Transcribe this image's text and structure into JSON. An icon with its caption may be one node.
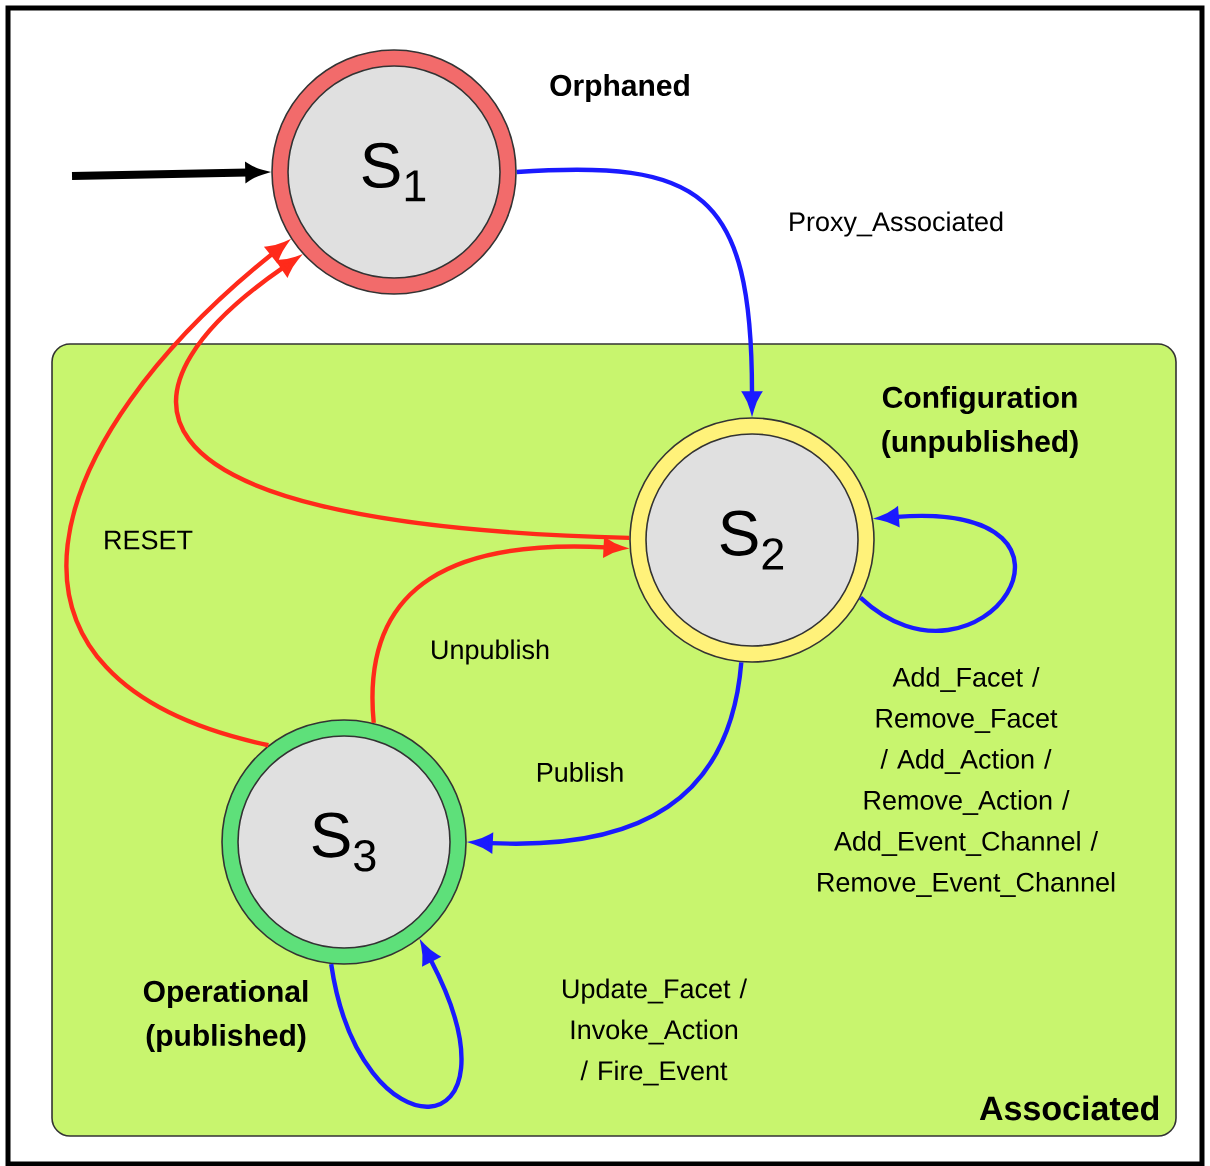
{
  "diagram": {
    "nodes": [
      {
        "text": [
          "Associated"
        ]
      },
      {
        "text": [
          "S$_{1}$"
        ],
        "beside": [
          "Orphaned"
        ]
      },
      {
        "text": [
          "S$_{2}$"
        ],
        "in": 0,
        "beside": [
          "Configuration (unpublished)"
        ]
      },
      {
        "text": [
          "S$_{3}$"
        ],
        "in": 0,
        "beside": [
          "Operational (published)"
        ]
      }
    ],
    "edges": [
      {
        "from": null,
        "to": 1,
        "arrow": "to",
        "style": "thick",
        "color": "#000000"
      },
      {
        "from": 1,
        "to": 2,
        "arrow": "to",
        "label": "Proxy_Associated",
        "color": "#1a1aff"
      },
      {
        "from": 2,
        "to": 2,
        "arrow": "to",
        "label": "Add_Facet / Remove_Facet / Add_Action / Remove_Action / Add_Event_Channel / Remove_Event_Channel",
        "color": "#1a1aff"
      },
      {
        "from": 2,
        "to": 1,
        "arrow": "to",
        "color": "#ff2a1a"
      },
      {
        "from": 3,
        "to": 1,
        "arrow": "to",
        "label": "RESET",
        "color": "#ff2a1a"
      },
      {
        "from": 3,
        "to": 2,
        "arrow": "to",
        "label": "Unpublish",
        "color": "#ff2a1a"
      },
      {
        "from": 2,
        "to": 3,
        "arrow": "to",
        "label": "Publish",
        "color": "#1a1aff"
      },
      {
        "from": 3,
        "to": 3,
        "arrow": "to",
        "label": "Update_Facet / Invoke_Action / Fire_Event",
        "color": "#1a1aff"
      }
    ]
  }
}
